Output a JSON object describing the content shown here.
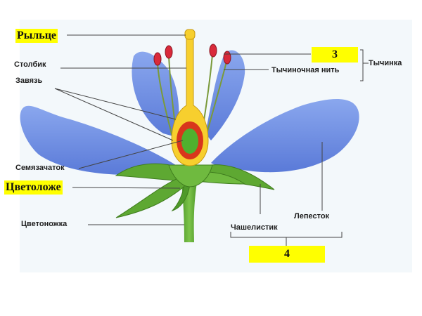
{
  "labels": {
    "stigma": "Рыльце",
    "style": "Столбик",
    "ovary": "Завязь",
    "ovule": "Семязачаток",
    "receptacle": "Цветоложе",
    "pedicel": "Цветоножка",
    "stamen": "Тычинка",
    "filament": "Тычиночная нить",
    "petal": "Лепесток",
    "sepal": "Чашелистик",
    "num_stamen": "3",
    "num_perianth": "4"
  },
  "colors": {
    "petal": "#6e8fe0",
    "sepal": "#5ea832",
    "pistil": "#f7cf2e",
    "ovary_ring": "#d8361c",
    "ovule": "#4fb02e",
    "anther": "#d92a3a",
    "highlight": "#ffff00",
    "panel": "#f3f8fb"
  }
}
